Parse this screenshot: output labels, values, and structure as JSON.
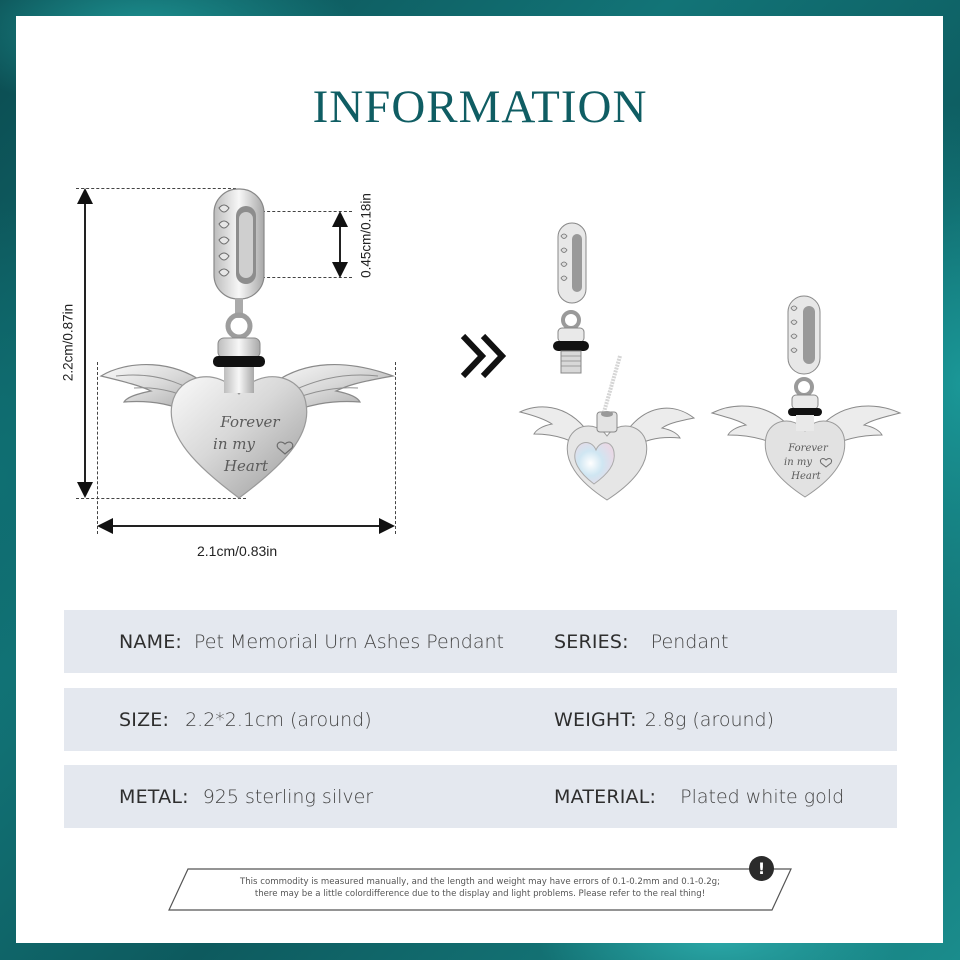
{
  "page": {
    "title": "INFORMATION",
    "background_color": "#127477",
    "title_color": "#0f5d63",
    "row_color": "#e4e8ef"
  },
  "dimensions": {
    "height": "2.2cm/0.87in",
    "width": "2.1cm/0.83in",
    "hole": "0.45cm/0.18in"
  },
  "engraving": {
    "line1": "Forever",
    "line2": "in my",
    "line3": "Heart"
  },
  "assembly": {
    "arrow_icon": "double-chevron-right-icon"
  },
  "specs": {
    "rows": [
      {
        "left_label": "NAME:",
        "left_value": "Pet Memorial Urn Ashes Pendant",
        "right_label": "SERIES:",
        "right_value": "Pendant"
      },
      {
        "left_label": "SIZE:",
        "left_value": "2.2*2.1cm (around)",
        "right_label": "WEIGHT:",
        "right_value": "2.8g (around)"
      },
      {
        "left_label": "METAL:",
        "left_value": "925 sterling silver",
        "right_label": "MATERIAL:",
        "right_value": "Plated white gold"
      }
    ]
  },
  "disclaimer": {
    "icon": "exclamation-icon",
    "icon_glyph": "!",
    "line1": "This commodity is measured manually, and the length and weight may have errors of 0.1-0.2mm and 0.1-0.2g;",
    "line2": "there may be a little colordifference due to the display and light problems. Please refer to the real thing!"
  }
}
